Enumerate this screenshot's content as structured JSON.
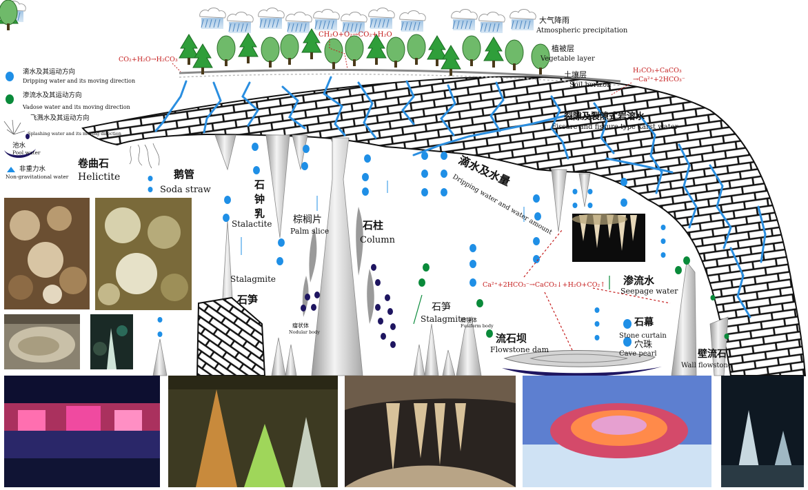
{
  "labels": {
    "precip_zh": "大气降雨",
    "precip_en": "Atmospheric precipitation",
    "veg_zh": "植被层",
    "veg_en": "Vegetable layer",
    "soil_zh": "土壤层",
    "soil_en": "Soil horizon",
    "eq_veg": "CH₂O+O₂→CO₂+H₂O",
    "eq_soil": "CO₂+H₂O→H₂CO₃",
    "eq_right_1": "H₂CO₃+CaCO₃",
    "eq_right_2": "→Ca²⁺+2HCO₃⁻",
    "eq_cave": "Ca²⁺+2HCO₃⁻→CaCO₃↓+H₂O+CO₂↑",
    "fissure_zh": "裂隙及裂隙式岩溶水",
    "fissure_en": "Fissure and fissure type karst water",
    "helictite_zh": "卷曲石",
    "helictite_en": "Helictite",
    "soda_zh": "鹅管",
    "soda_en": "Soda straw",
    "stalactite_zh": "石钟乳",
    "stalactite_en": "Stalactite",
    "palm_zh": "棕榈片",
    "palm_en": "Palm slice",
    "column_zh": "石柱",
    "column_en": "Column",
    "dripping_zh": "滴水及水量",
    "dripping_en": "Dripping water and water amount",
    "stalagmite_left_en": "Stalagmite",
    "stalagmite_left_zh": "石笋",
    "nodular_zh": "瘤状体",
    "nodular_en": "Nodular body",
    "stalagmite_mid_zh": "石笋",
    "stalagmite_mid_en": "Stalagmite",
    "fusiform_zh": "纺锤体",
    "fusiform_en": "Fusiform body",
    "flowstone_zh": "流石坝",
    "flowstone_en": "Flowstone dam",
    "seepage_zh": "渗流水",
    "seepage_en": "Seepage water",
    "curtain_zh": "石幕",
    "curtain_en": "Stone curtain",
    "pearl_zh": "穴珠",
    "pearl_en": "Cave pearl",
    "wall_zh": "壁流石",
    "wall_en": "Wall flowstone"
  },
  "legend": [
    {
      "zh": "滴水及其运动方向",
      "en": "Dripping water and its moving direction",
      "symbol": "blue-drop-icon"
    },
    {
      "zh": "渗流水及其运动方向",
      "en": "Vadose water and its moving direction",
      "symbol": "green-drop-icon"
    },
    {
      "zh": "飞溅水及其运动方向",
      "en": "Splashing water and its moving direction",
      "symbol": "splash-icon"
    },
    {
      "zh": "池水",
      "en": "Pool water",
      "symbol": "pool-icon"
    },
    {
      "zh": "非重力水",
      "en": "Non-gravitational water",
      "symbol": "arrow-icon"
    }
  ],
  "colors": {
    "drip": "#1f8fe6",
    "vadose": "#0a8a3a",
    "nodule": "#1e1560",
    "fissure": "#2a8ee0",
    "equation": "#c41a1a",
    "rock": "#ffffff",
    "speleothem": "#d6d6d6"
  }
}
